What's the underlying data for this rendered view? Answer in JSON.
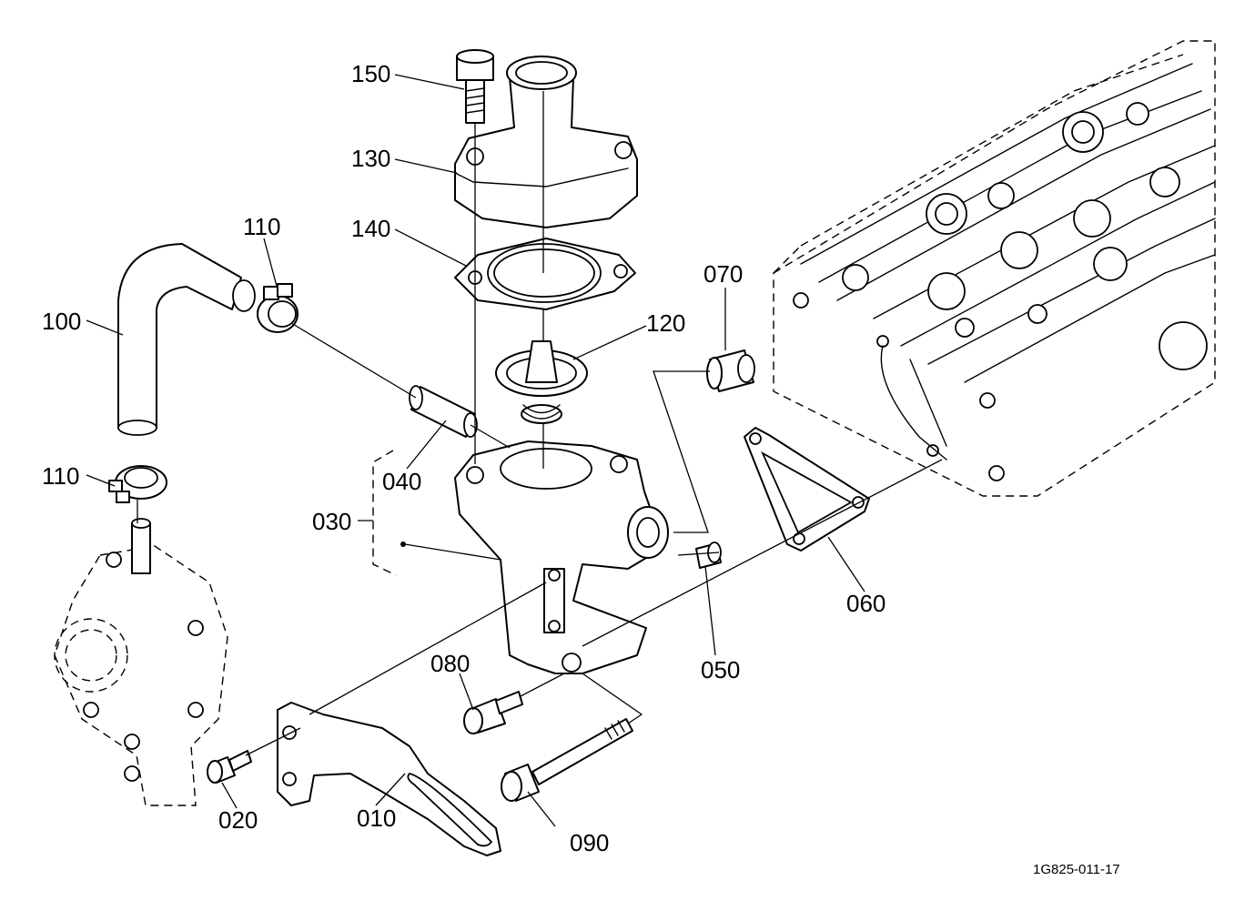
{
  "labels": {
    "p010": "010",
    "p020": "020",
    "p030": "030",
    "p040": "040",
    "p050": "050",
    "p060": "060",
    "p070": "070",
    "p080": "080",
    "p090": "090",
    "p100": "100",
    "p110_top": "110",
    "p110_bottom": "110",
    "p120": "120",
    "p130": "130",
    "p140": "140",
    "p150": "150"
  },
  "reference_code": "1G825-011-17"
}
